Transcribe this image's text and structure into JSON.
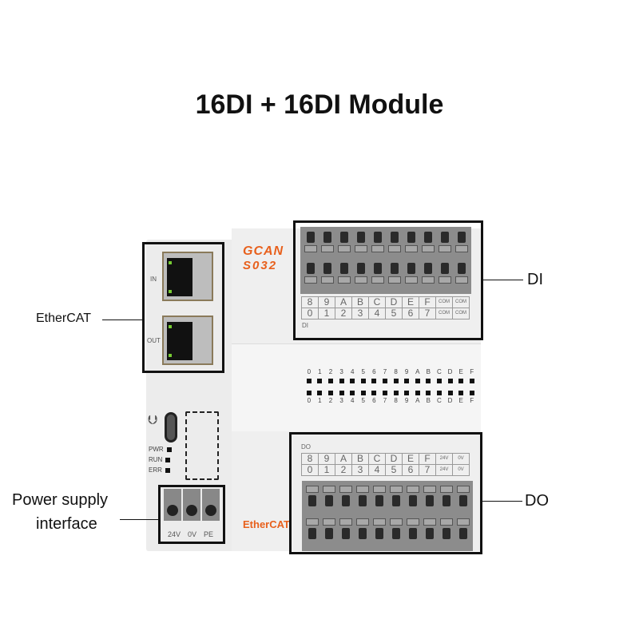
{
  "title": "16DI + 16DI Module",
  "callouts": {
    "ethercat": "EtherCAT",
    "di": "DI",
    "do": "DO",
    "power_line1": "Power supply",
    "power_line2": "interface"
  },
  "device": {
    "brand": "GCAN",
    "model": "S032",
    "bus_label": "EtherCAT",
    "ports": {
      "in": "IN",
      "out": "OUT"
    },
    "status_leds": [
      "PWR",
      "RUN",
      "ERR"
    ],
    "power_terminals": [
      "24V",
      "0V",
      "PE"
    ],
    "led_labels": [
      "0",
      "1",
      "2",
      "3",
      "4",
      "5",
      "6",
      "7",
      "8",
      "9",
      "A",
      "B",
      "C",
      "D",
      "E",
      "F"
    ],
    "di": {
      "label": "DI",
      "row_top": [
        "8",
        "9",
        "A",
        "B",
        "C",
        "D",
        "E",
        "F",
        "COM",
        "COM"
      ],
      "row_bottom": [
        "0",
        "1",
        "2",
        "3",
        "4",
        "5",
        "6",
        "7",
        "COM",
        "COM"
      ]
    },
    "do": {
      "label": "DO",
      "row_top": [
        "8",
        "9",
        "A",
        "B",
        "C",
        "D",
        "E",
        "F",
        "24V",
        "0V"
      ],
      "row_bottom": [
        "0",
        "1",
        "2",
        "3",
        "4",
        "5",
        "6",
        "7",
        "24V",
        "0V"
      ]
    },
    "colors": {
      "brand": "#e8601c",
      "body": "#efefef",
      "terminal": "#8c8c8c"
    }
  }
}
